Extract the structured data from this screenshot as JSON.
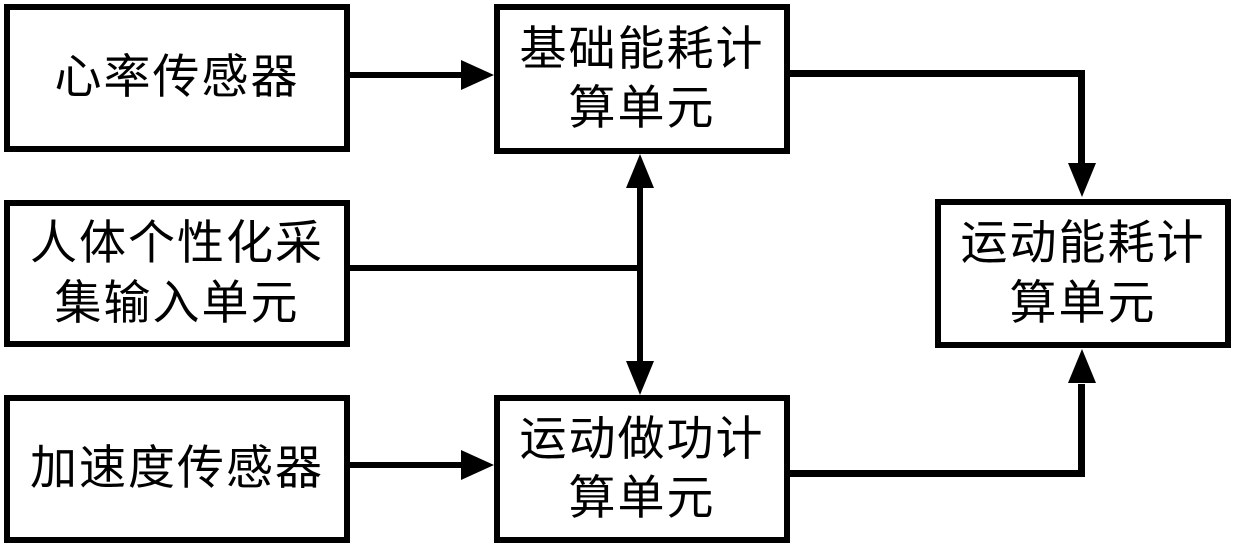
{
  "diagram": {
    "background_color": "#ffffff",
    "stroke_color": "#000000",
    "nodes": [
      {
        "id": "heart-rate-sensor",
        "label": "心率传感器",
        "lines": [
          "心率传感器"
        ]
      },
      {
        "id": "personal-input-unit",
        "label": "人体个性化采集输入单元",
        "lines": [
          "人体个性化采",
          "集输入单元"
        ]
      },
      {
        "id": "acceleration-sensor",
        "label": "加速度传感器",
        "lines": [
          "加速度传感器"
        ]
      },
      {
        "id": "basic-energy-calc-unit",
        "label": "基础能耗计算单元",
        "lines": [
          "基础能耗计",
          "算单元"
        ]
      },
      {
        "id": "exercise-work-calc-unit",
        "label": "运动做功计算单元",
        "lines": [
          "运动做功计",
          "算单元"
        ]
      },
      {
        "id": "exercise-energy-calc-unit",
        "label": "运动能耗计算单元",
        "lines": [
          "运动能耗计",
          "算单元"
        ]
      }
    ],
    "edges": [
      {
        "from": "heart-rate-sensor",
        "to": "basic-energy-calc-unit",
        "direction": "right"
      },
      {
        "from": "acceleration-sensor",
        "to": "exercise-work-calc-unit",
        "direction": "right"
      },
      {
        "from": "personal-input-unit",
        "to": "basic-energy-calc-unit",
        "direction": "right-then-up"
      },
      {
        "from": "personal-input-unit",
        "to": "exercise-work-calc-unit",
        "direction": "right-then-down"
      },
      {
        "from": "basic-energy-calc-unit",
        "to": "exercise-energy-calc-unit",
        "direction": "right-then-down"
      },
      {
        "from": "exercise-work-calc-unit",
        "to": "exercise-energy-calc-unit",
        "direction": "right-then-up"
      }
    ]
  }
}
